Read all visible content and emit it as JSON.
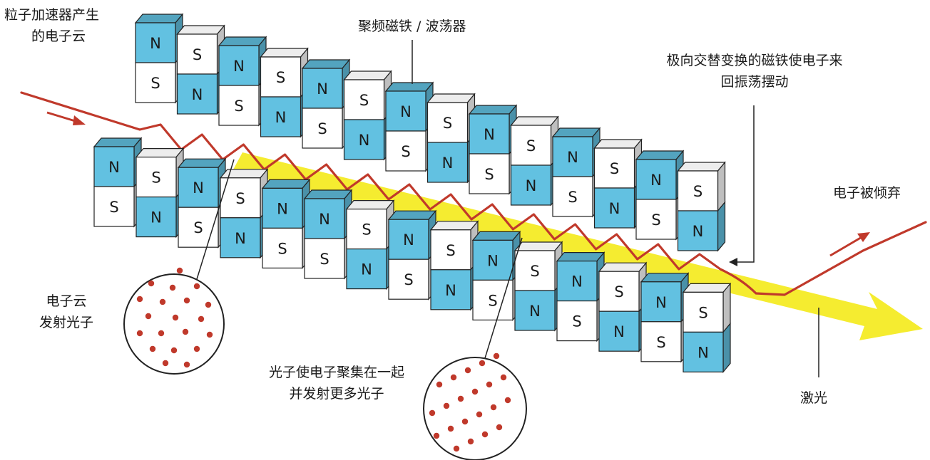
{
  "labels": {
    "electron_source": [
      "粒子加速器产生",
      "的电子云"
    ],
    "focusing_magnets": "聚频磁铁 / 波荡器",
    "alternating_magnets": [
      "极向交替变换的磁铁使电子来",
      "回振荡摆动"
    ],
    "electrons_discarded": "电子被倾弃",
    "cloud_emits": [
      "电子云",
      "发射光子"
    ],
    "photons_bunch": [
      "光子使电子聚集在一起",
      "并发射更多光子"
    ],
    "laser": "激光"
  },
  "magnets": {
    "top_row_top_poles": [
      "N",
      "S",
      "N",
      "S",
      "N",
      "S",
      "N",
      "S",
      "N",
      "S",
      "N",
      "S",
      "N",
      "S"
    ],
    "bottom_row_top_poles": [
      "N",
      "S",
      "N",
      "S",
      "N",
      "N",
      "S",
      "N",
      "S",
      "N",
      "S",
      "N",
      "S",
      "N",
      "S"
    ]
  },
  "colors": {
    "north_pole": "#62c1e1",
    "south_pole": "#ffffff",
    "electron_path": "#c0392b",
    "laser_beam": "#f5ec1f",
    "electron_dots": "#c0392b"
  }
}
